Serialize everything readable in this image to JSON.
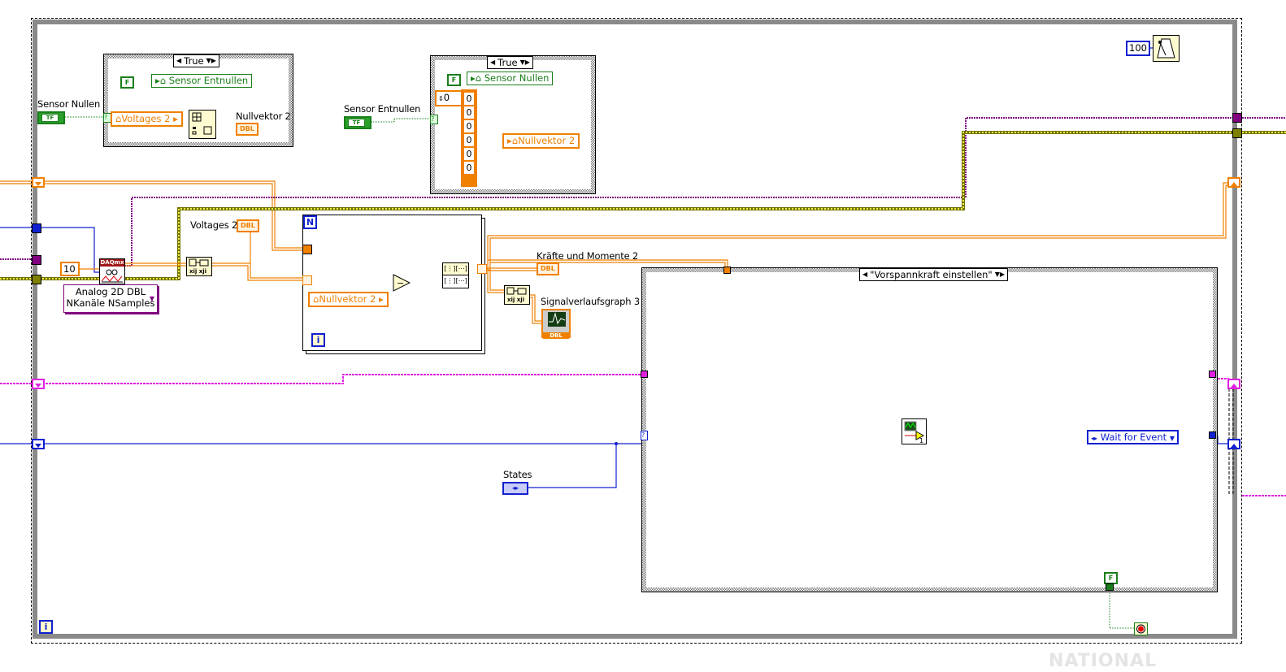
{
  "diagram": {
    "type": "LabVIEW block diagram",
    "while_loop": {
      "iteration_terminal": "i"
    },
    "case_structure_1": {
      "selector": "True",
      "bool_constant": "F",
      "local_write": "Sensor Entnullen",
      "local_read": "Voltages 2",
      "indicator_label": "Nullvektor 2",
      "indicator_type": "DBL",
      "selector_input_label": "Sensor Nullen",
      "selector_input_type": "TF"
    },
    "case_structure_2": {
      "selector": "True",
      "bool_constant": "F",
      "local_write": "Sensor Nullen",
      "array_index": "0",
      "array_values": [
        "0",
        "0",
        "0",
        "0",
        "0",
        "0"
      ],
      "local_write_array": "Nullvektor 2",
      "selector_input_label": "Sensor Entnullen",
      "selector_input_type": "TF"
    },
    "daqmx": {
      "header": "DAQmx",
      "samples_constant": "10",
      "polymorphic_line1": "Analog 2D DBL",
      "polymorphic_line2": "NKanäle NSamples",
      "voltages_label": "Voltages 2",
      "voltages_type": "DBL"
    },
    "for_loop": {
      "count_terminal": "N",
      "iteration_terminal": "i",
      "local_read": "Nullvektor 2",
      "operator": "−"
    },
    "outputs": {
      "forces_label": "Kräfte und Momente 2",
      "forces_type": "DBL",
      "graph_label": "Signalverlaufsgraph 3",
      "graph_type": "DBL"
    },
    "state_case": {
      "selector": "\"Vorspannkraft einstellen\"",
      "enum_constant": "Wait for Event",
      "stop_constant": "F",
      "sub_vi_index": "1"
    },
    "states_control": {
      "label": "States"
    },
    "wait_ms": {
      "value": "100"
    },
    "watermark": "NATIONAL",
    "colors": {
      "orange": "#f08000",
      "green": "#1a7f1a",
      "blue": "#1020d0",
      "magenta": "#e020e0",
      "purple": "#800080",
      "olive": "#808000",
      "gray": "#8a8a8a"
    }
  }
}
